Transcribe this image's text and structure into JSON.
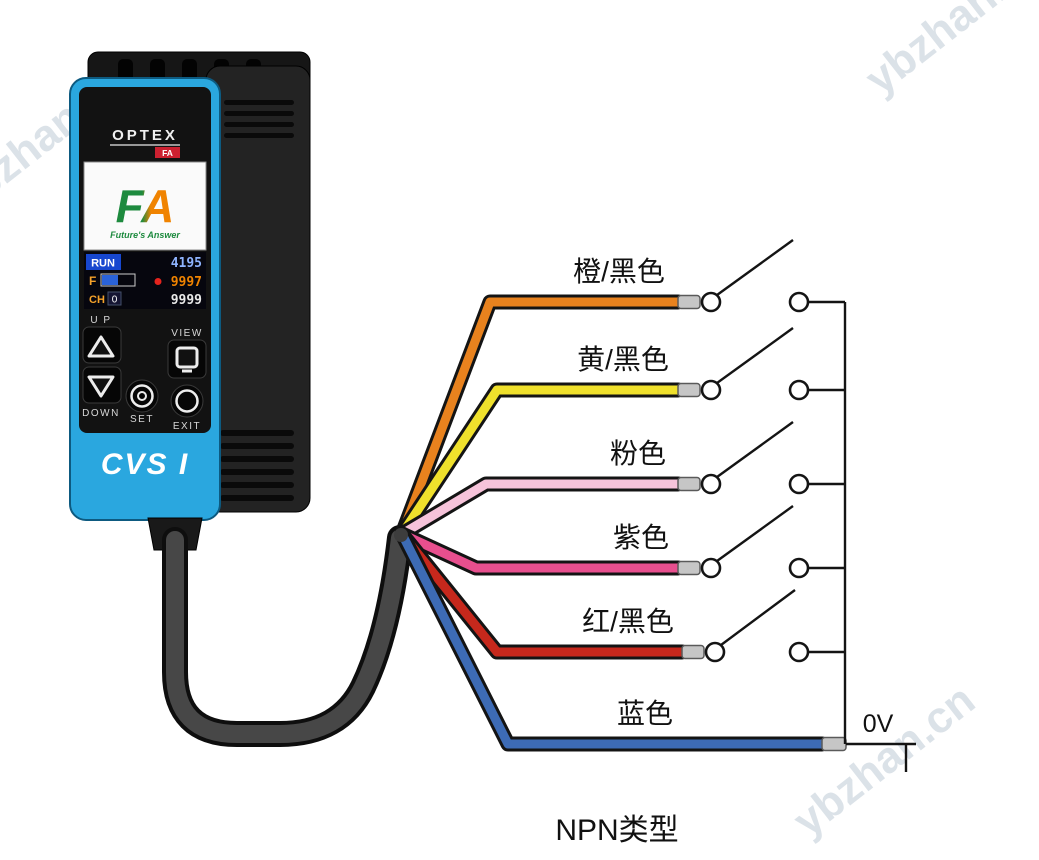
{
  "diagram": {
    "title": "NPN类型",
    "ground_label": "0V"
  },
  "device": {
    "brand": "OPTEX",
    "brand_sub": "FA",
    "logo_text": "FA",
    "logo_tagline": "Future's Answer",
    "model": "CVS I",
    "display": {
      "row1": {
        "label": "RUN",
        "value": "4195"
      },
      "row2": {
        "label": "F",
        "value": "9997"
      },
      "row3": {
        "label": "CH",
        "channel": "0",
        "value": "9999"
      }
    },
    "buttons": {
      "up": "U P",
      "view": "VIEW",
      "down": "DOWN",
      "set": "SET",
      "exit": "EXIT"
    }
  },
  "wires": [
    {
      "label": "橙/黑色",
      "color": "#E8821E"
    },
    {
      "label": "黄/黑色",
      "color": "#EFE02C"
    },
    {
      "label": "粉色",
      "color": "#F6C3DA"
    },
    {
      "label": "紫色",
      "color": "#E84F8E"
    },
    {
      "label": "红/黑色",
      "color": "#C6281C"
    },
    {
      "label": "蓝色",
      "color": "#3D6BB5"
    }
  ],
  "watermark": "ybzhan.cn",
  "colors": {
    "panel_blue": "#2AA7DF",
    "body_black": "#1b1b1b",
    "cable_gray": "#474747"
  }
}
